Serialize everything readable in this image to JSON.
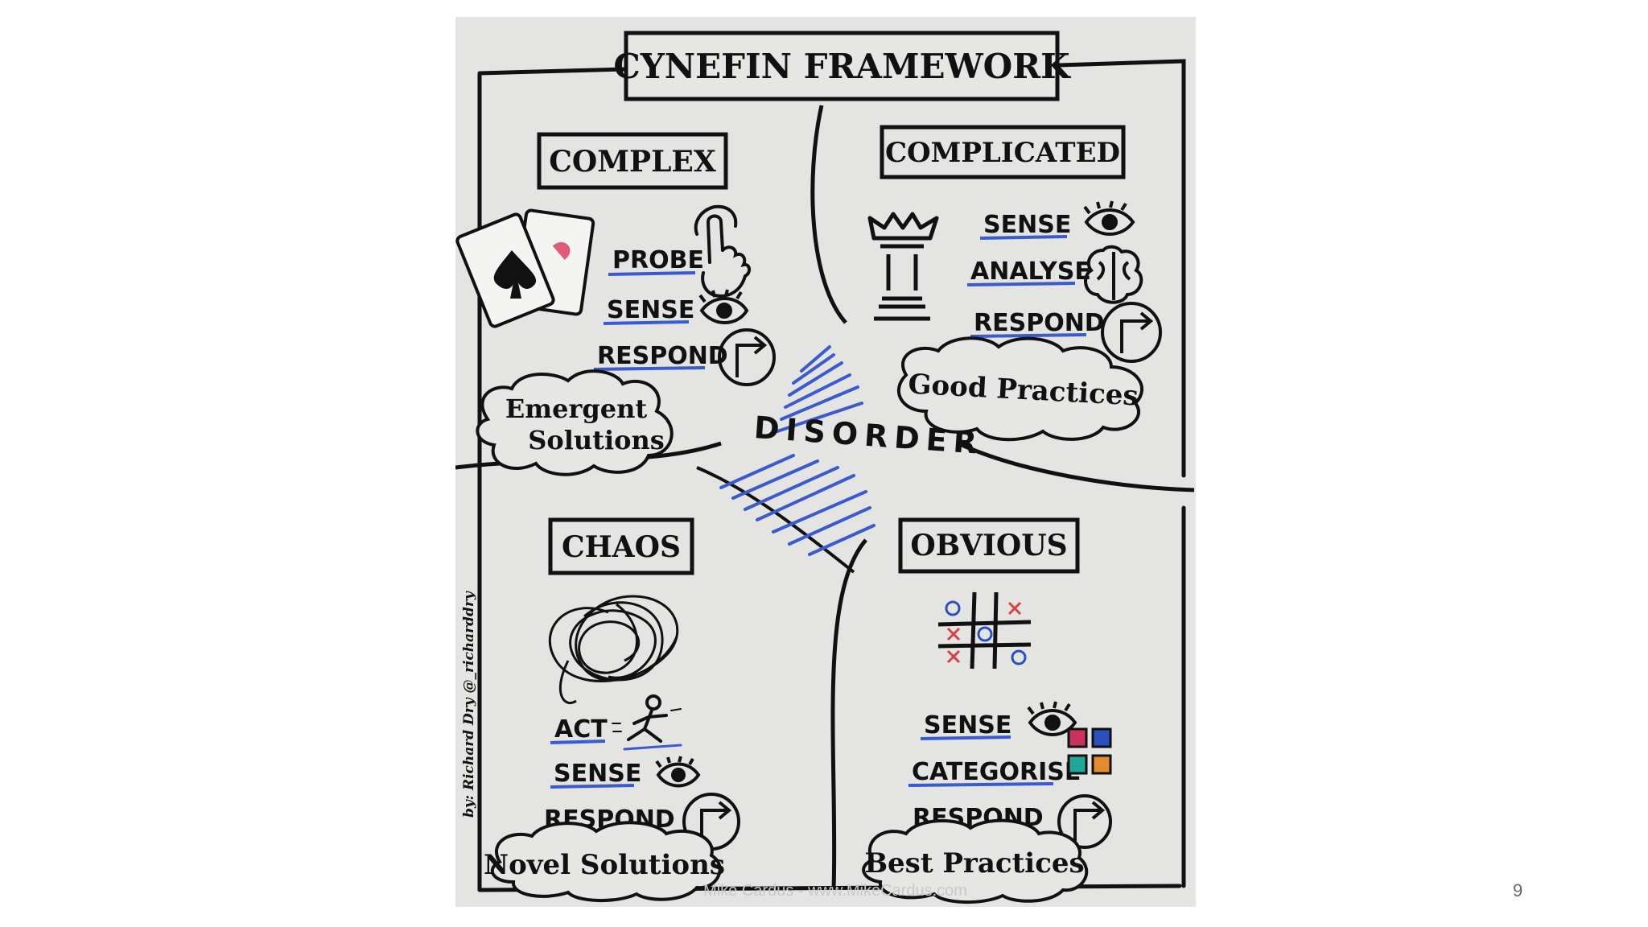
{
  "title": "CYNEFIN FRAMEWORK",
  "center": {
    "label": "DISORDER"
  },
  "quadrants": {
    "complex": {
      "name": "COMPLEX",
      "steps": [
        "PROBE",
        "SENSE",
        "RESPOND"
      ],
      "practice": [
        "Emergent",
        "Solutions"
      ]
    },
    "complicated": {
      "name": "COMPLICATED",
      "steps": [
        "SENSE",
        "ANALYSE",
        "RESPOND"
      ],
      "practice": [
        "Good Practices"
      ]
    },
    "chaos": {
      "name": "CHAOS",
      "steps": [
        "ACT",
        "SENSE",
        "RESPOND"
      ],
      "practice": [
        "Novel Solutions"
      ]
    },
    "obvious": {
      "name": "OBVIOUS",
      "steps": [
        "SENSE",
        "CATEGORISE",
        "RESPOND"
      ],
      "practice": [
        "Best Practices"
      ]
    }
  },
  "credit": "by: Richard Dry @_richarddry",
  "footer": {
    "text": "Mike Cardus - www.MikeCardus.com",
    "page_number": "9"
  },
  "colors": {
    "hatch": "#3a5bd0",
    "underline": "#3a5bd0",
    "heart": "#e05a7a",
    "square_red": "#c9325a",
    "square_blue": "#2a4fc0",
    "square_teal": "#1fa79a",
    "square_orange": "#e68a2e",
    "cross_red": "#d94040",
    "circle_blue": "#2a4fc0"
  },
  "icons": {
    "complex": [
      "playing-cards-icon",
      "pointing-hand-icon",
      "eye-icon",
      "respond-arrow-icon"
    ],
    "complicated": [
      "chess-queen-icon",
      "eye-icon",
      "brain-icon",
      "respond-arrow-icon"
    ],
    "chaos": [
      "scribble-icon",
      "running-figure-icon",
      "eye-icon",
      "respond-arrow-icon"
    ],
    "obvious": [
      "tic-tac-toe-icon",
      "eye-icon",
      "color-squares-icon",
      "respond-arrow-icon"
    ]
  }
}
